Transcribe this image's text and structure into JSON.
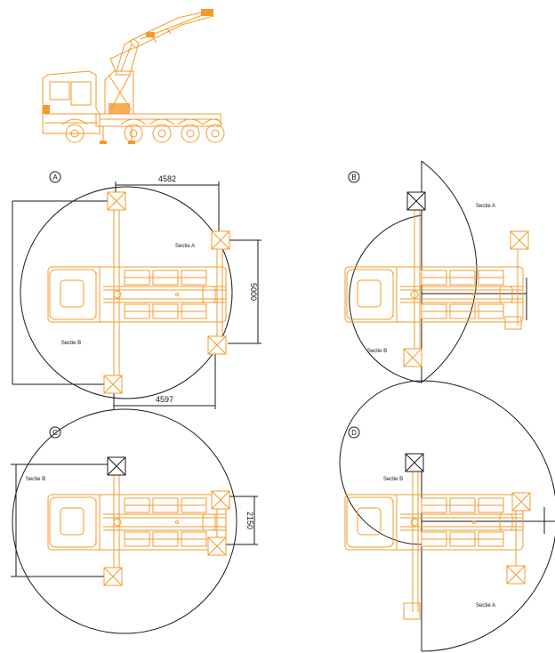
{
  "diagrams": {
    "A": {
      "label": "A",
      "dim_top": "4582",
      "dim_bottom": "4597",
      "dim_right": "5000",
      "section_a": "Sectie A",
      "section_b": "Sectie B"
    },
    "B": {
      "label": "B",
      "section_a": "Sectie A",
      "section_b": "Sectie B"
    },
    "C": {
      "label": "C",
      "dim_right": "2150",
      "section_b": "Sectie B"
    },
    "D": {
      "label": "D",
      "section_a": "Sectie A",
      "section_b": "Sectie B"
    }
  },
  "colors": {
    "truck": "#f39a2b",
    "lines": "#1a1a1a"
  }
}
